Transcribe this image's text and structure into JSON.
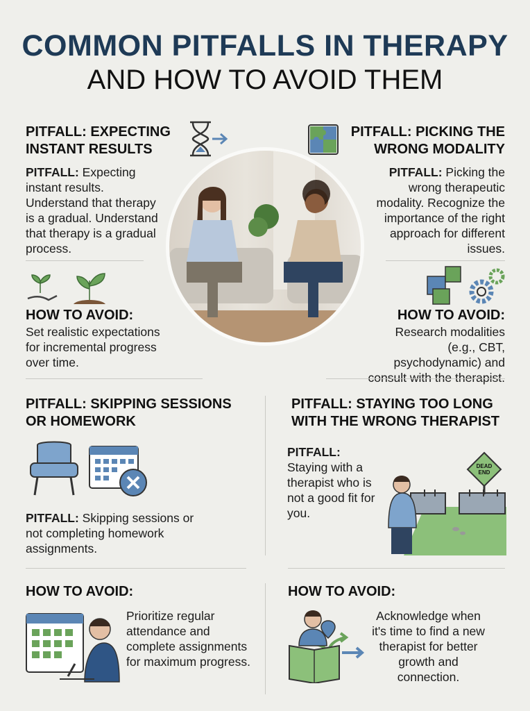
{
  "title": {
    "line1": "COMMON PITFALLS IN THERAPY",
    "line2": "AND HOW TO AVOID THEM"
  },
  "colors": {
    "title": "#1e3a56",
    "icon_blue": "#5b86b5",
    "icon_green": "#6aa35a",
    "background": "#efefeb"
  },
  "sections": [
    {
      "pitfall_heading": [
        "PITFALL: EXPECTING",
        "INSTANT RESULTS"
      ],
      "pitfall_label": "PITFALL:",
      "pitfall_text": " Expecting instant results. Understand that therapy is a gradual. Understand that therapy is a gradual process.",
      "avoid_heading": "HOW TO AVOID:",
      "avoid_text": "Set realistic expectations for incremental progress over time.",
      "icons": [
        "hourglass-icon",
        "plant-growth-icon"
      ]
    },
    {
      "pitfall_heading": [
        "PITFALL: PICKING THE",
        "WRONG MODALITY"
      ],
      "pitfall_label": "PITFALL:",
      "pitfall_text": " Picking the wrong therapeutic modality. Recognize the importance of the right approach for different issues.",
      "avoid_heading": "HOW TO AVOID:",
      "avoid_text": "Research modalities (e.g., CBT, psychodynamic) and consult with the therapist.",
      "icons": [
        "puzzle-icon",
        "puzzle-gears-icon"
      ]
    },
    {
      "pitfall_heading": [
        "PITFALL: SKIPPING SESSIONS",
        "OR HOMEWORK"
      ],
      "pitfall_label": "PITFALL:",
      "pitfall_text": " Skipping sessions or not completing homework assignments.",
      "avoid_heading": "HOW TO AVOID:",
      "avoid_text": "Prioritize regular attendance and complete assignments for maximum progress.",
      "icons": [
        "armchair-icon",
        "calendar-cancel-icon",
        "calendar-writing-icon"
      ]
    },
    {
      "pitfall_heading": [
        "PITFALL: STAYING TOO LONG",
        "WITH THE WRONG THERAPIST"
      ],
      "pitfall_label": "PITFALL:",
      "pitfall_text": "Staying with a therapist who is not a good fit for you.",
      "sign_text": [
        "DEAD",
        "END"
      ],
      "avoid_heading": "HOW TO AVOID:",
      "avoid_text": "Acknowledge when it's time to find a new therapist for better growth and connection.",
      "icons": [
        "dead-end-bridge-icon",
        "map-directions-icon"
      ]
    }
  ]
}
